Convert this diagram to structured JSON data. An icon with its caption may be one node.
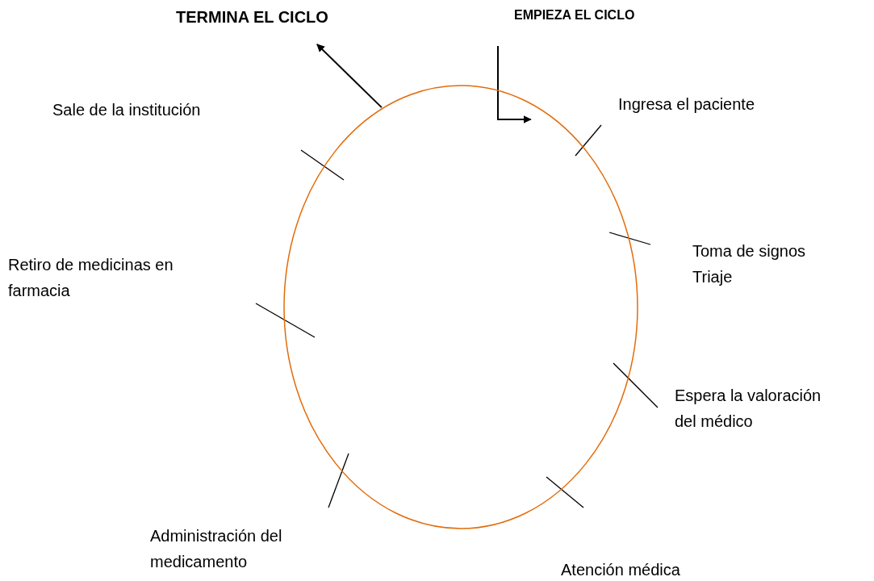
{
  "diagram": {
    "nodes": [
      {
        "text": [],
        "shape": "ellipse"
      },
      {
        "text": [
          "TERMINA EL CICLO"
        ]
      },
      {
        "text": [
          "EMPIEZA EL CICLO"
        ]
      }
    ],
    "edges": [
      {
        "from": 0,
        "to": 1,
        "arrow": "to"
      },
      {
        "from": 2,
        "to": 0,
        "arrow": "to"
      }
    ],
    "labels": [
      "Sale de la institución",
      "Ingresa el paciente",
      "Toma de signos Triaje",
      "Retiro de medicinas en farmacia",
      "Espera la valoración del médico",
      "Administración del medicamento",
      "Atención médica"
    ]
  }
}
